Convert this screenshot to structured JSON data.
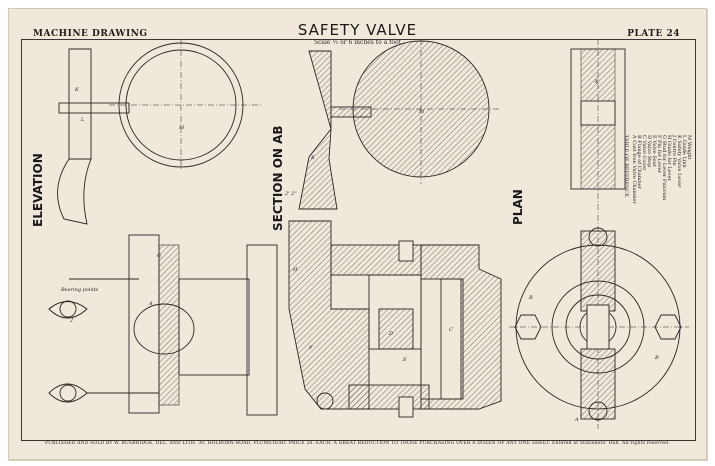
{
  "header": {
    "left": "MACHINE DRAWING",
    "title": "SAFETY VALVE",
    "scale": "Scale ½ or 6 inches to a foot",
    "plate": "PLATE 24"
  },
  "views": {
    "elevation": "ELEVATION",
    "section": "SECTION ON AB",
    "plan": "PLAN"
  },
  "reference": {
    "title": "TABLE OF REFERENCE.",
    "items": [
      "A  Cast Iron Valve Chamber",
      "B  Flange of Chamber",
      "C  Valve Cover",
      "D  Valve Stop",
      "E  Valve Seat",
      "F  Pin for Lever",
      "G  Stud for Lever Fulcrum",
      "H  Guide for Lever",
      "J  Centre Pin",
      "K  Safety Valve Lever",
      "L  Guide Link",
      "M  Weight"
    ]
  },
  "labels": {
    "K": "K",
    "L": "L",
    "M": "M",
    "H": "H",
    "A": "A",
    "B": "B",
    "C": "C",
    "D": "D",
    "E": "E",
    "F": "F",
    "G": "G",
    "J": "J",
    "bearing": "Bearing points",
    "dims": "2' 2\""
  },
  "footer": "PUBLISHED AND SOLD BY W. BUSBRIDGE, DEL. AND LITH. 30, HOLBORN ROAD, PLUMSTEAD. PRICE 2d. EACH. A GREAT REDUCTION TO THOSE PURCHASING OVER A DOZEN OF ANY ONE SHEET. Entered at Stationers' Hall. All rights reserved."
}
